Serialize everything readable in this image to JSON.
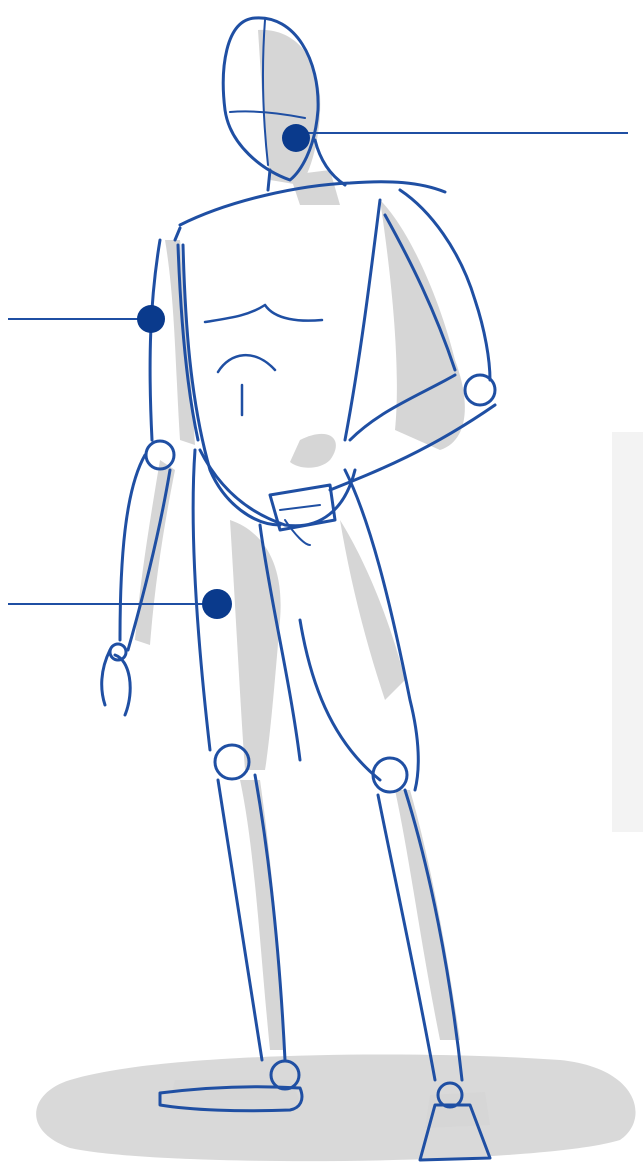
{
  "figure": {
    "subject": "standing-mannequin",
    "colors": {
      "outline": "#1f4fa3",
      "marker": "#0a3a8c",
      "shadow": "#d7d7d7",
      "leader": "#1f4fa3",
      "background": "#ffffff"
    }
  },
  "callouts": [
    {
      "id": "head",
      "icon": "dot-marker"
    },
    {
      "id": "upper-arm",
      "icon": "dot-marker"
    },
    {
      "id": "thigh",
      "icon": "dot-marker"
    }
  ]
}
